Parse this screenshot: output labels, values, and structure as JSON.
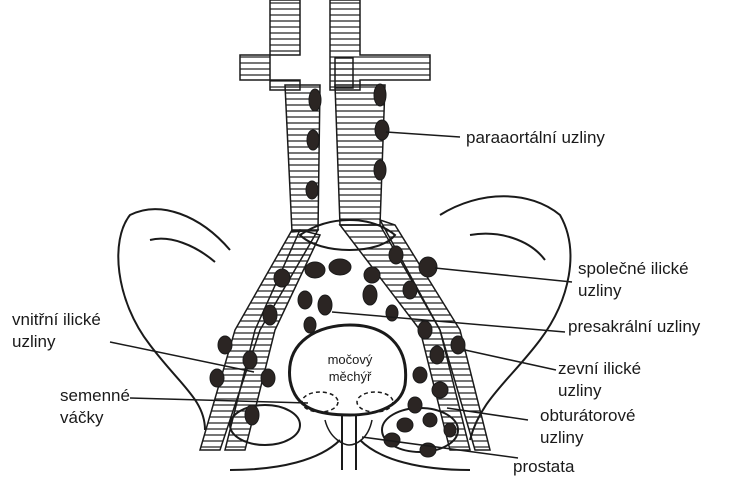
{
  "labels": {
    "paraaortalni": "paraaortální uzliny",
    "spolecne_line1": "společné ilické",
    "spolecne_line2": "uzliny",
    "presakralni": "presakrální uzliny",
    "zevni_line1": "zevní ilické",
    "zevni_line2": "uzliny",
    "vnitrni_line1": "vnitřní ilické",
    "vnitrni_line2": "uzliny",
    "semenne_line1": "semenné",
    "semenne_line2": "váčky",
    "obturatorove_line1": "obturátorové",
    "obturatorove_line2": "uzliny",
    "prostata": "prostata",
    "mocovy_line1": "močový",
    "mocovy_line2": "měchýř"
  },
  "colors": {
    "ink": "#1a1a1a",
    "node_fill": "#2b2523",
    "background": "#ffffff"
  }
}
